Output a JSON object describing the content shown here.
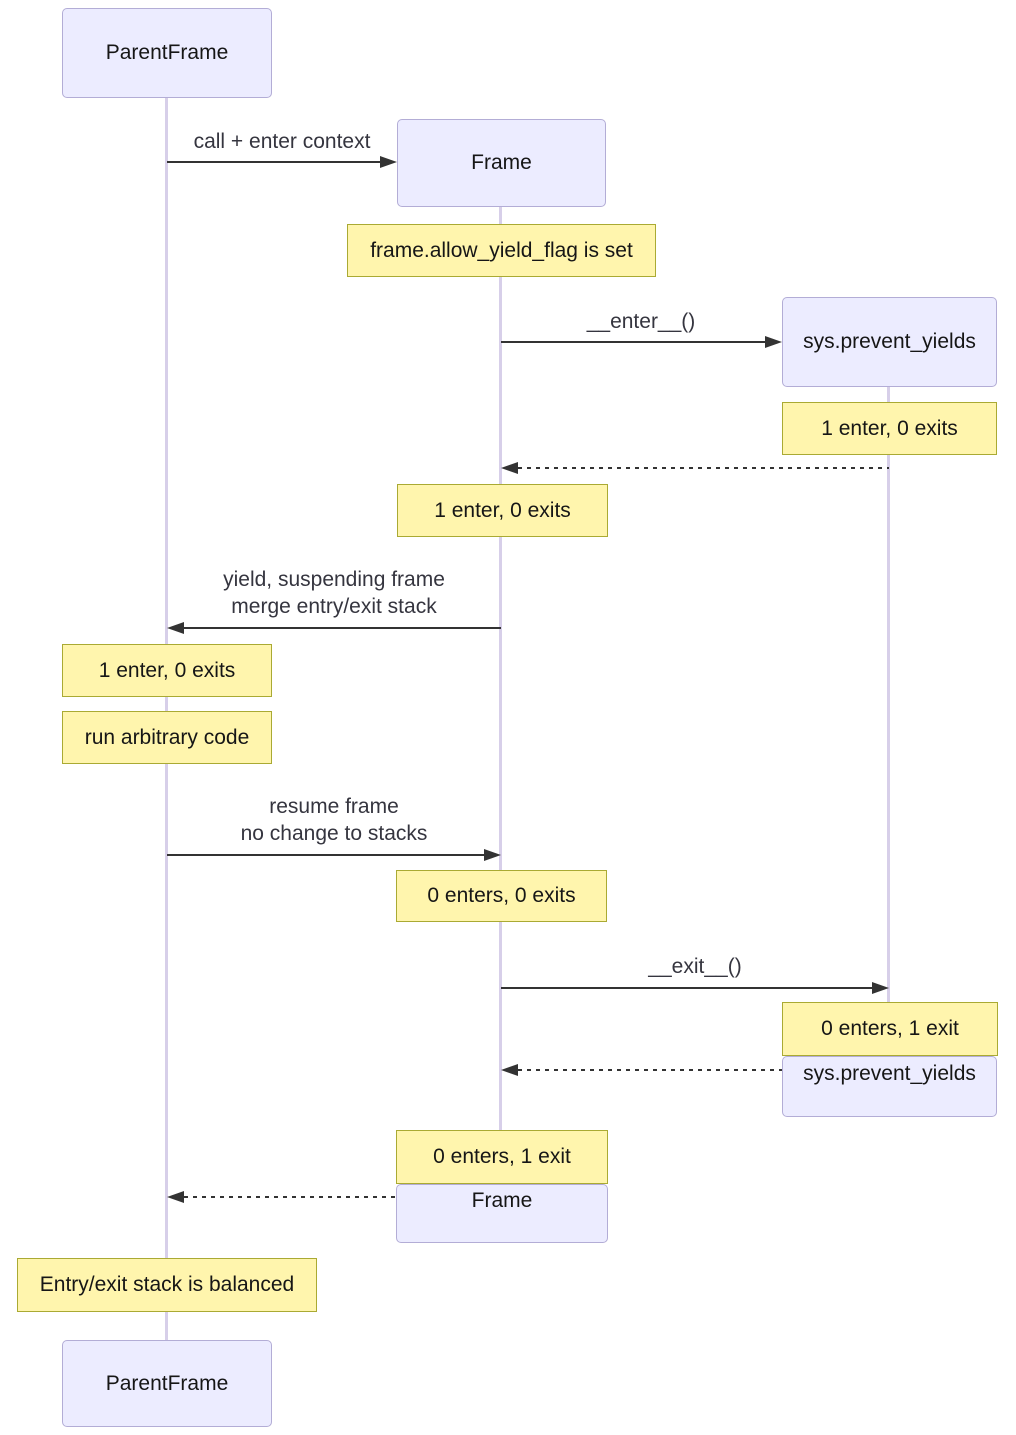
{
  "actors": {
    "parent_top": "ParentFrame",
    "frame_created": "Frame",
    "sys_created": "sys.prevent_yields",
    "sys_destroyed": "sys.prevent_yields",
    "frame_destroyed": "Frame",
    "parent_bottom": "ParentFrame"
  },
  "messages": {
    "call_enter_context": "call + enter context",
    "enter_method": "__enter__()",
    "yield_suspend_line1": "yield, suspending frame",
    "yield_suspend_line2": "merge entry/exit stack",
    "resume_line1": "resume frame",
    "resume_line2": "no change to stacks",
    "exit_method": "__exit__()"
  },
  "notes": {
    "allow_yield_flag_set": "frame.allow_yield_flag is set",
    "sys_after_enter": "1 enter, 0 exits",
    "frame_after_enter": "1 enter, 0 exits",
    "parent_after_yield": "1 enter, 0 exits",
    "run_arbitrary_code": "run arbitrary code",
    "frame_after_resume": "0 enters, 0 exits",
    "sys_after_exit": "0 enters, 1 exit",
    "frame_after_exit": "0 enters, 1 exit",
    "balanced": "Entry/exit stack is balanced"
  },
  "colors": {
    "actor_fill": "#ECECFF",
    "actor_border": "#B3ADD6",
    "note_fill": "#FFF5AD",
    "note_border": "#AAAA33",
    "lifeline": "#D7CFE9",
    "arrow": "#333333",
    "text": "#1F1F1F"
  }
}
